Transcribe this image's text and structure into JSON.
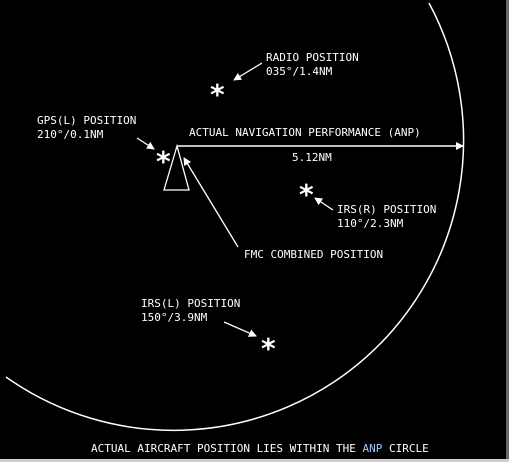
{
  "radio": {
    "title": "RADIO POSITION",
    "value": "035°/1.4NM"
  },
  "gps_l": {
    "title": "GPS(L) POSITION",
    "value": "210°/0.1NM"
  },
  "irs_r": {
    "title": "IRS(R) POSITION",
    "value": "110°/2.3NM"
  },
  "irs_l": {
    "title": "IRS(L) POSITION",
    "value": "150°/3.9NM"
  },
  "anp": {
    "label": "ACTUAL NAVIGATION PERFORMANCE (ANP)",
    "distance": "5.12NM"
  },
  "fmc": {
    "label": "FMC COMBINED POSITION"
  },
  "star_glyph": "*",
  "footer": {
    "text_before": "ACTUAL AIRCRAFT POSITION LIES WITHIN THE ",
    "highlight": "ANP",
    "text_after": " CIRCLE"
  },
  "colors": {
    "background": "#000000",
    "foreground": "#ffffff",
    "highlight": "#9ecbff"
  }
}
